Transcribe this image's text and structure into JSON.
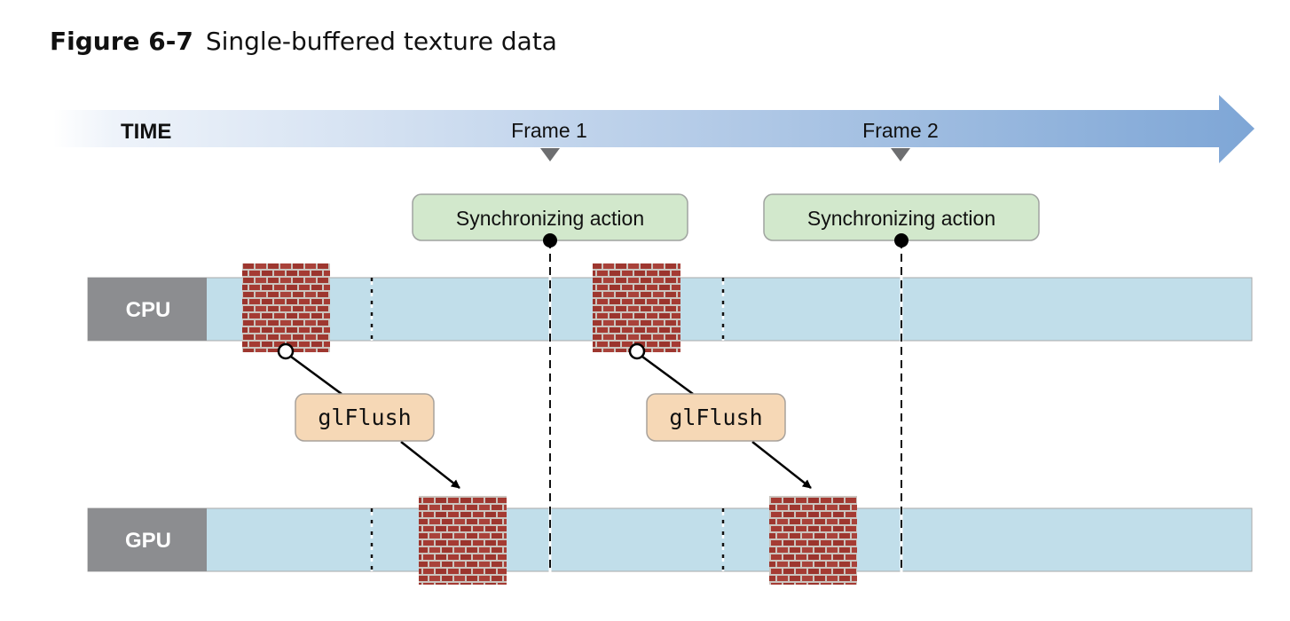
{
  "caption": {
    "figure_label": "Figure 6-7",
    "title": "Single-buffered texture data"
  },
  "timeline": {
    "time_label": "TIME",
    "frames": [
      "Frame 1",
      "Frame 2"
    ]
  },
  "sync_boxes": [
    "Synchronizing action",
    "Synchronizing action"
  ],
  "lanes": {
    "cpu_label": "CPU",
    "gpu_label": "GPU"
  },
  "flush_labels": [
    "glFlush",
    "glFlush"
  ],
  "colors": {
    "arrow_start": "#f3f6fc",
    "arrow_end": "#7ea6d6",
    "lane_fill": "#c1deea",
    "lane_label_bg": "#8c8d90",
    "sync_box_fill": "#d2e8cc",
    "flush_box_fill": "#f6d8b6",
    "brick_mortar": "#c7c0ba",
    "brick": "#a23b32",
    "marker": "#6d6e70"
  }
}
